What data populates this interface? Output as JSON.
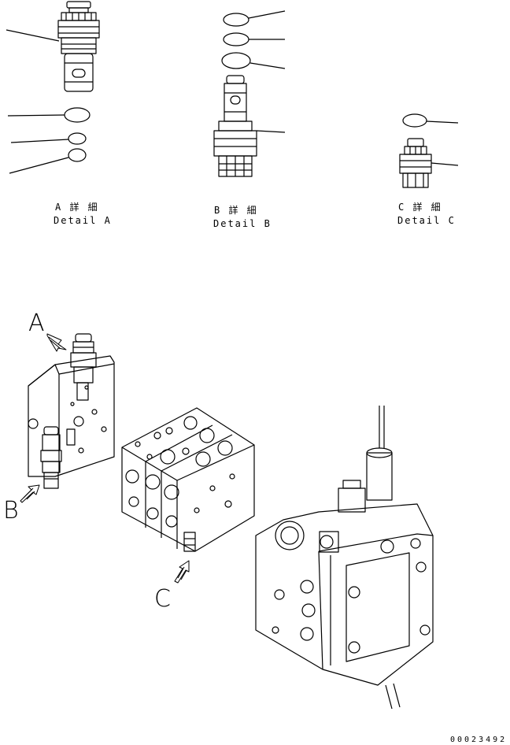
{
  "details": {
    "a": {
      "jp": "A 詳 細",
      "en": "Detail A"
    },
    "b": {
      "jp": "B 詳 細",
      "en": "Detail B"
    },
    "c": {
      "jp": "C 詳 細",
      "en": "Detail C"
    }
  },
  "arrows": {
    "a": "A",
    "b": "B",
    "c": "C"
  },
  "drawing_number": "00023492"
}
